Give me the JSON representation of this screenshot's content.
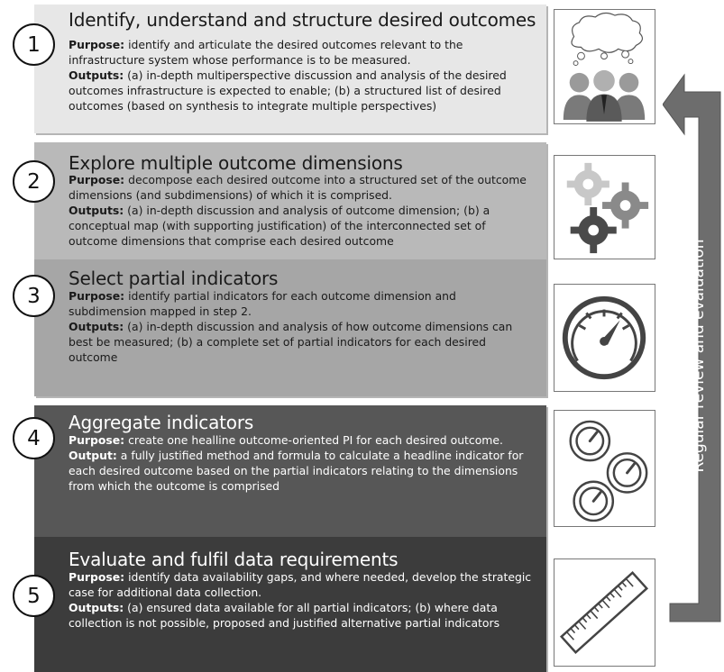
{
  "steps": [
    {
      "number": "1",
      "title": "Identify, understand and structure desired outcomes",
      "purpose_label": "Purpose:",
      "purpose_text": " identify and articulate the desired outcomes relevant to the infrastructure system whose performance is to be measured.",
      "outputs_label": "Outputs:",
      "outputs_text": " (a) in-depth multiperspective discussion and analysis of the desired outcomes infrastructure is expected to enable; (b) a structured list of desired outcomes (based on synthesis to integrate multiple perspectives)",
      "icon": "people-thinking-icon"
    },
    {
      "number": "2",
      "title": "Explore multiple outcome dimensions",
      "purpose_label": "Purpose:",
      "purpose_text": " decompose each desired outcome into a structured set of the outcome dimensions (and subdimensions) of which it is comprised.",
      "outputs_label": "Outputs:",
      "outputs_text": " (a) in-depth discussion and analysis of outcome dimension; (b) a conceptual map (with supporting justification) of the interconnected set of outcome dimensions that comprise each desired outcome",
      "icon": "gears-icon"
    },
    {
      "number": "3",
      "title": "Select partial indicators",
      "purpose_label": "Purpose:",
      "purpose_text": " identify partial indicators for each outcome dimension and subdimension mapped in step 2.",
      "outputs_label": "Outputs:",
      "outputs_text": " (a) in-depth discussion and analysis of how outcome dimensions can best be measured; (b) a complete set of partial indicators for each desired outcome",
      "icon": "gauge-icon"
    },
    {
      "number": "4",
      "title": "Aggregate indicators",
      "purpose_label": "Purpose:",
      "purpose_text": " create one healline outcome-oriented PI for each desired outcome.",
      "outputs_label": "Output:",
      "outputs_text": " a fully justified method and formula to calculate a headline indicator for each desired outcome based on the partial indicators relating to the dimensions from which the outcome is comprised",
      "icon": "multiple-gauges-icon"
    },
    {
      "number": "5",
      "title": "Evaluate and fulfil data requirements",
      "purpose_label": "Purpose:",
      "purpose_text": " identify data availability gaps, and where needed, develop the strategic case for additional data collection.",
      "outputs_label": "Outputs:",
      "outputs_text": " (a) ensured data available for all partial indicators; (b) where data collection is not possible, proposed and justified alternative partial indicators",
      "icon": "ruler-icon"
    }
  ],
  "side_label": "Regular review and evaluation",
  "colors": {
    "step1": "#e7e7e7",
    "step2": "#b9b9b9",
    "step3": "#a6a6a6",
    "step4": "#575757",
    "step5": "#3c3c3c",
    "arrow": "#6d6d6d"
  }
}
